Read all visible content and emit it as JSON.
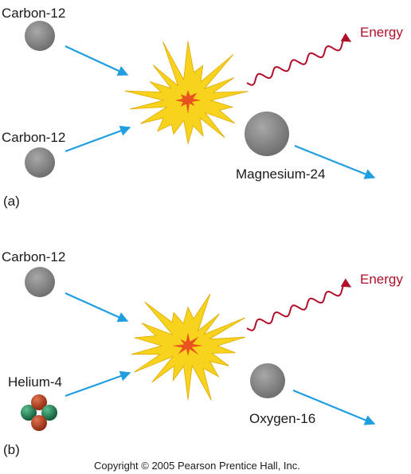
{
  "panel_a": {
    "tag": "(a)",
    "reactant_top": "Carbon-12",
    "reactant_bottom": "Carbon-12",
    "product": "Magnesium-24",
    "energy": "Energy"
  },
  "panel_b": {
    "tag": "(b)",
    "reactant_top": "Carbon-12",
    "reactant_bottom": "Helium-4",
    "product": "Oxygen-16",
    "energy": "Energy"
  },
  "copyright": "Copyright © 2005 Pearson Prentice Hall, Inc.",
  "colors": {
    "nucleus": "#8c8c8c",
    "arrow": "#1f9fe0",
    "energy": "#b0102a",
    "burst_outer": "#f7d31d",
    "burst_inner": "#e8531e",
    "proton": "#b83a1a",
    "neutron": "#1f7a52"
  }
}
